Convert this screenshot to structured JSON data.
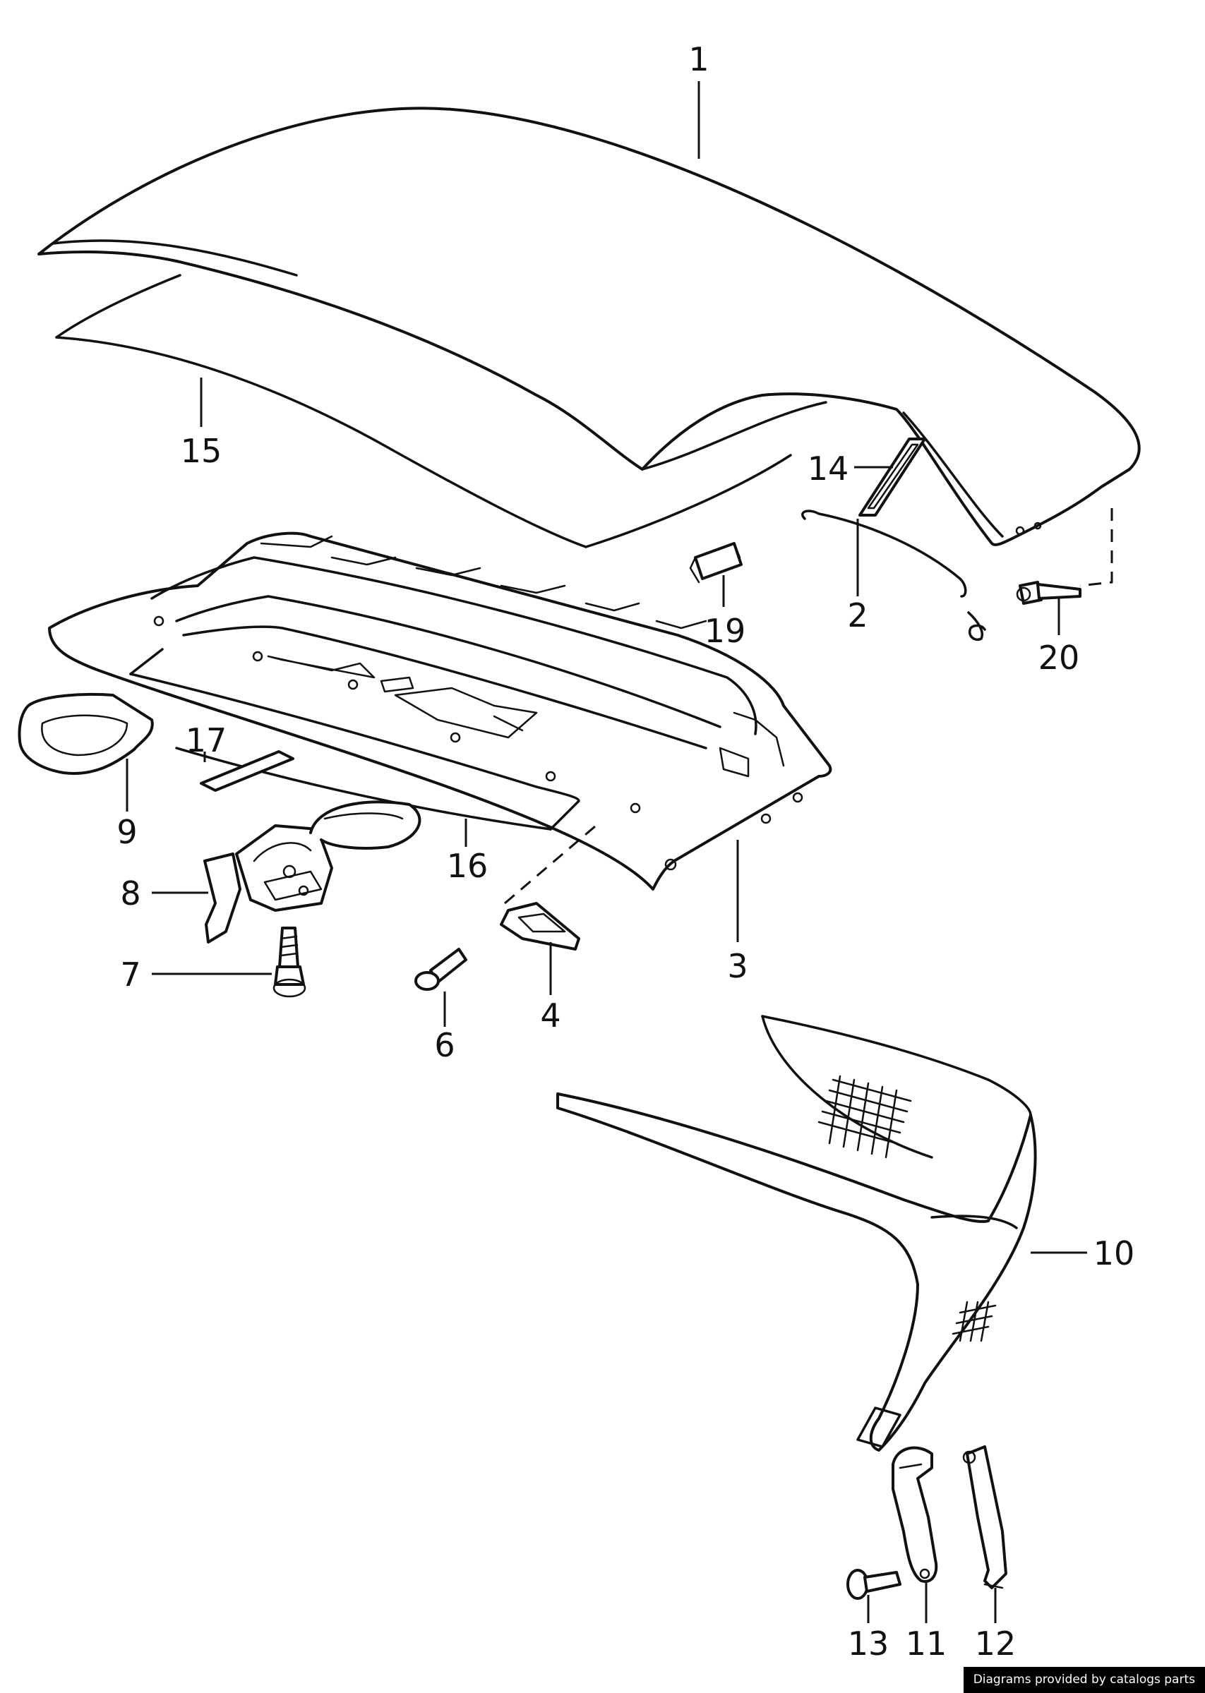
{
  "diagram": {
    "callouts": [
      {
        "id": "1",
        "label": "1"
      },
      {
        "id": "2",
        "label": "2"
      },
      {
        "id": "3",
        "label": "3"
      },
      {
        "id": "4",
        "label": "4"
      },
      {
        "id": "6",
        "label": "6"
      },
      {
        "id": "7",
        "label": "7"
      },
      {
        "id": "8",
        "label": "8"
      },
      {
        "id": "9",
        "label": "9"
      },
      {
        "id": "10",
        "label": "10"
      },
      {
        "id": "11",
        "label": "11"
      },
      {
        "id": "12",
        "label": "12"
      },
      {
        "id": "13",
        "label": "13"
      },
      {
        "id": "14",
        "label": "14"
      },
      {
        "id": "15",
        "label": "15"
      },
      {
        "id": "16",
        "label": "16"
      },
      {
        "id": "17",
        "label": "17"
      },
      {
        "id": "19",
        "label": "19"
      },
      {
        "id": "20",
        "label": "20"
      }
    ]
  },
  "footer": {
    "credit": "Diagrams provided by catalogs parts"
  },
  "colors": {
    "ink": "#111111",
    "background": "#ffffff",
    "footer_bg": "#000000",
    "footer_text": "#ffffff"
  }
}
